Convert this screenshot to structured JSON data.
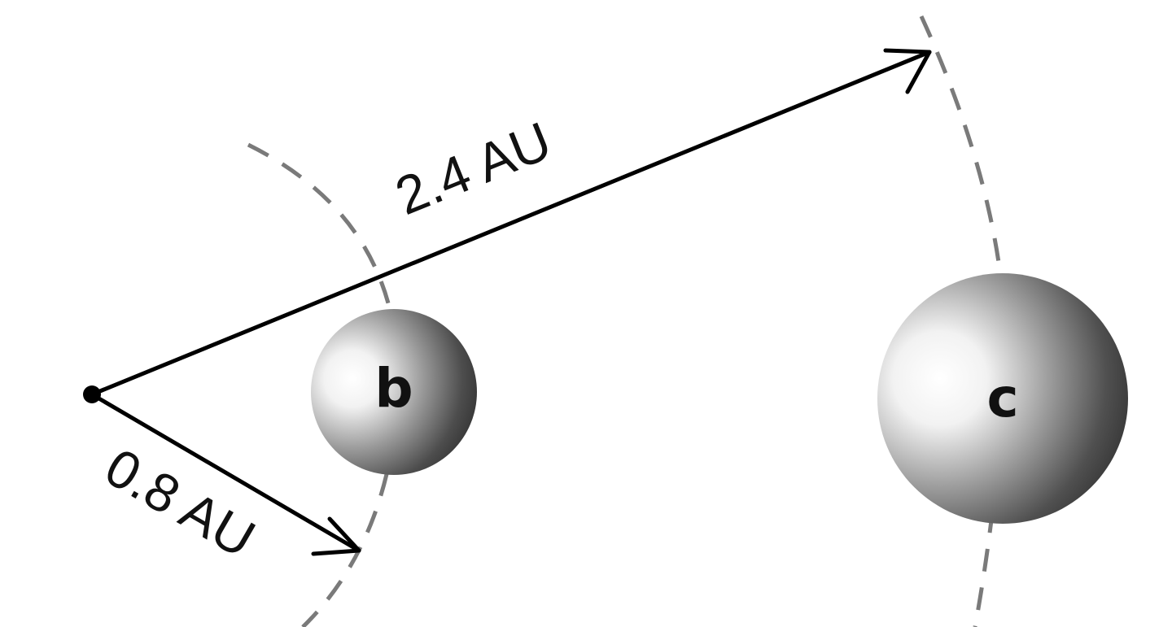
{
  "diagram": {
    "distances": [
      {
        "value": "2.4 AU",
        "target": "c"
      },
      {
        "value": "0.8 AU",
        "target": "b"
      }
    ],
    "planets": [
      {
        "label": "b"
      },
      {
        "label": "c"
      }
    ],
    "colors": {
      "orbit": "#7a7a7a",
      "arrow": "#000000",
      "text": "#111111",
      "planet_light": "#ffffff",
      "planet_dark": "#2a2a2a"
    }
  }
}
